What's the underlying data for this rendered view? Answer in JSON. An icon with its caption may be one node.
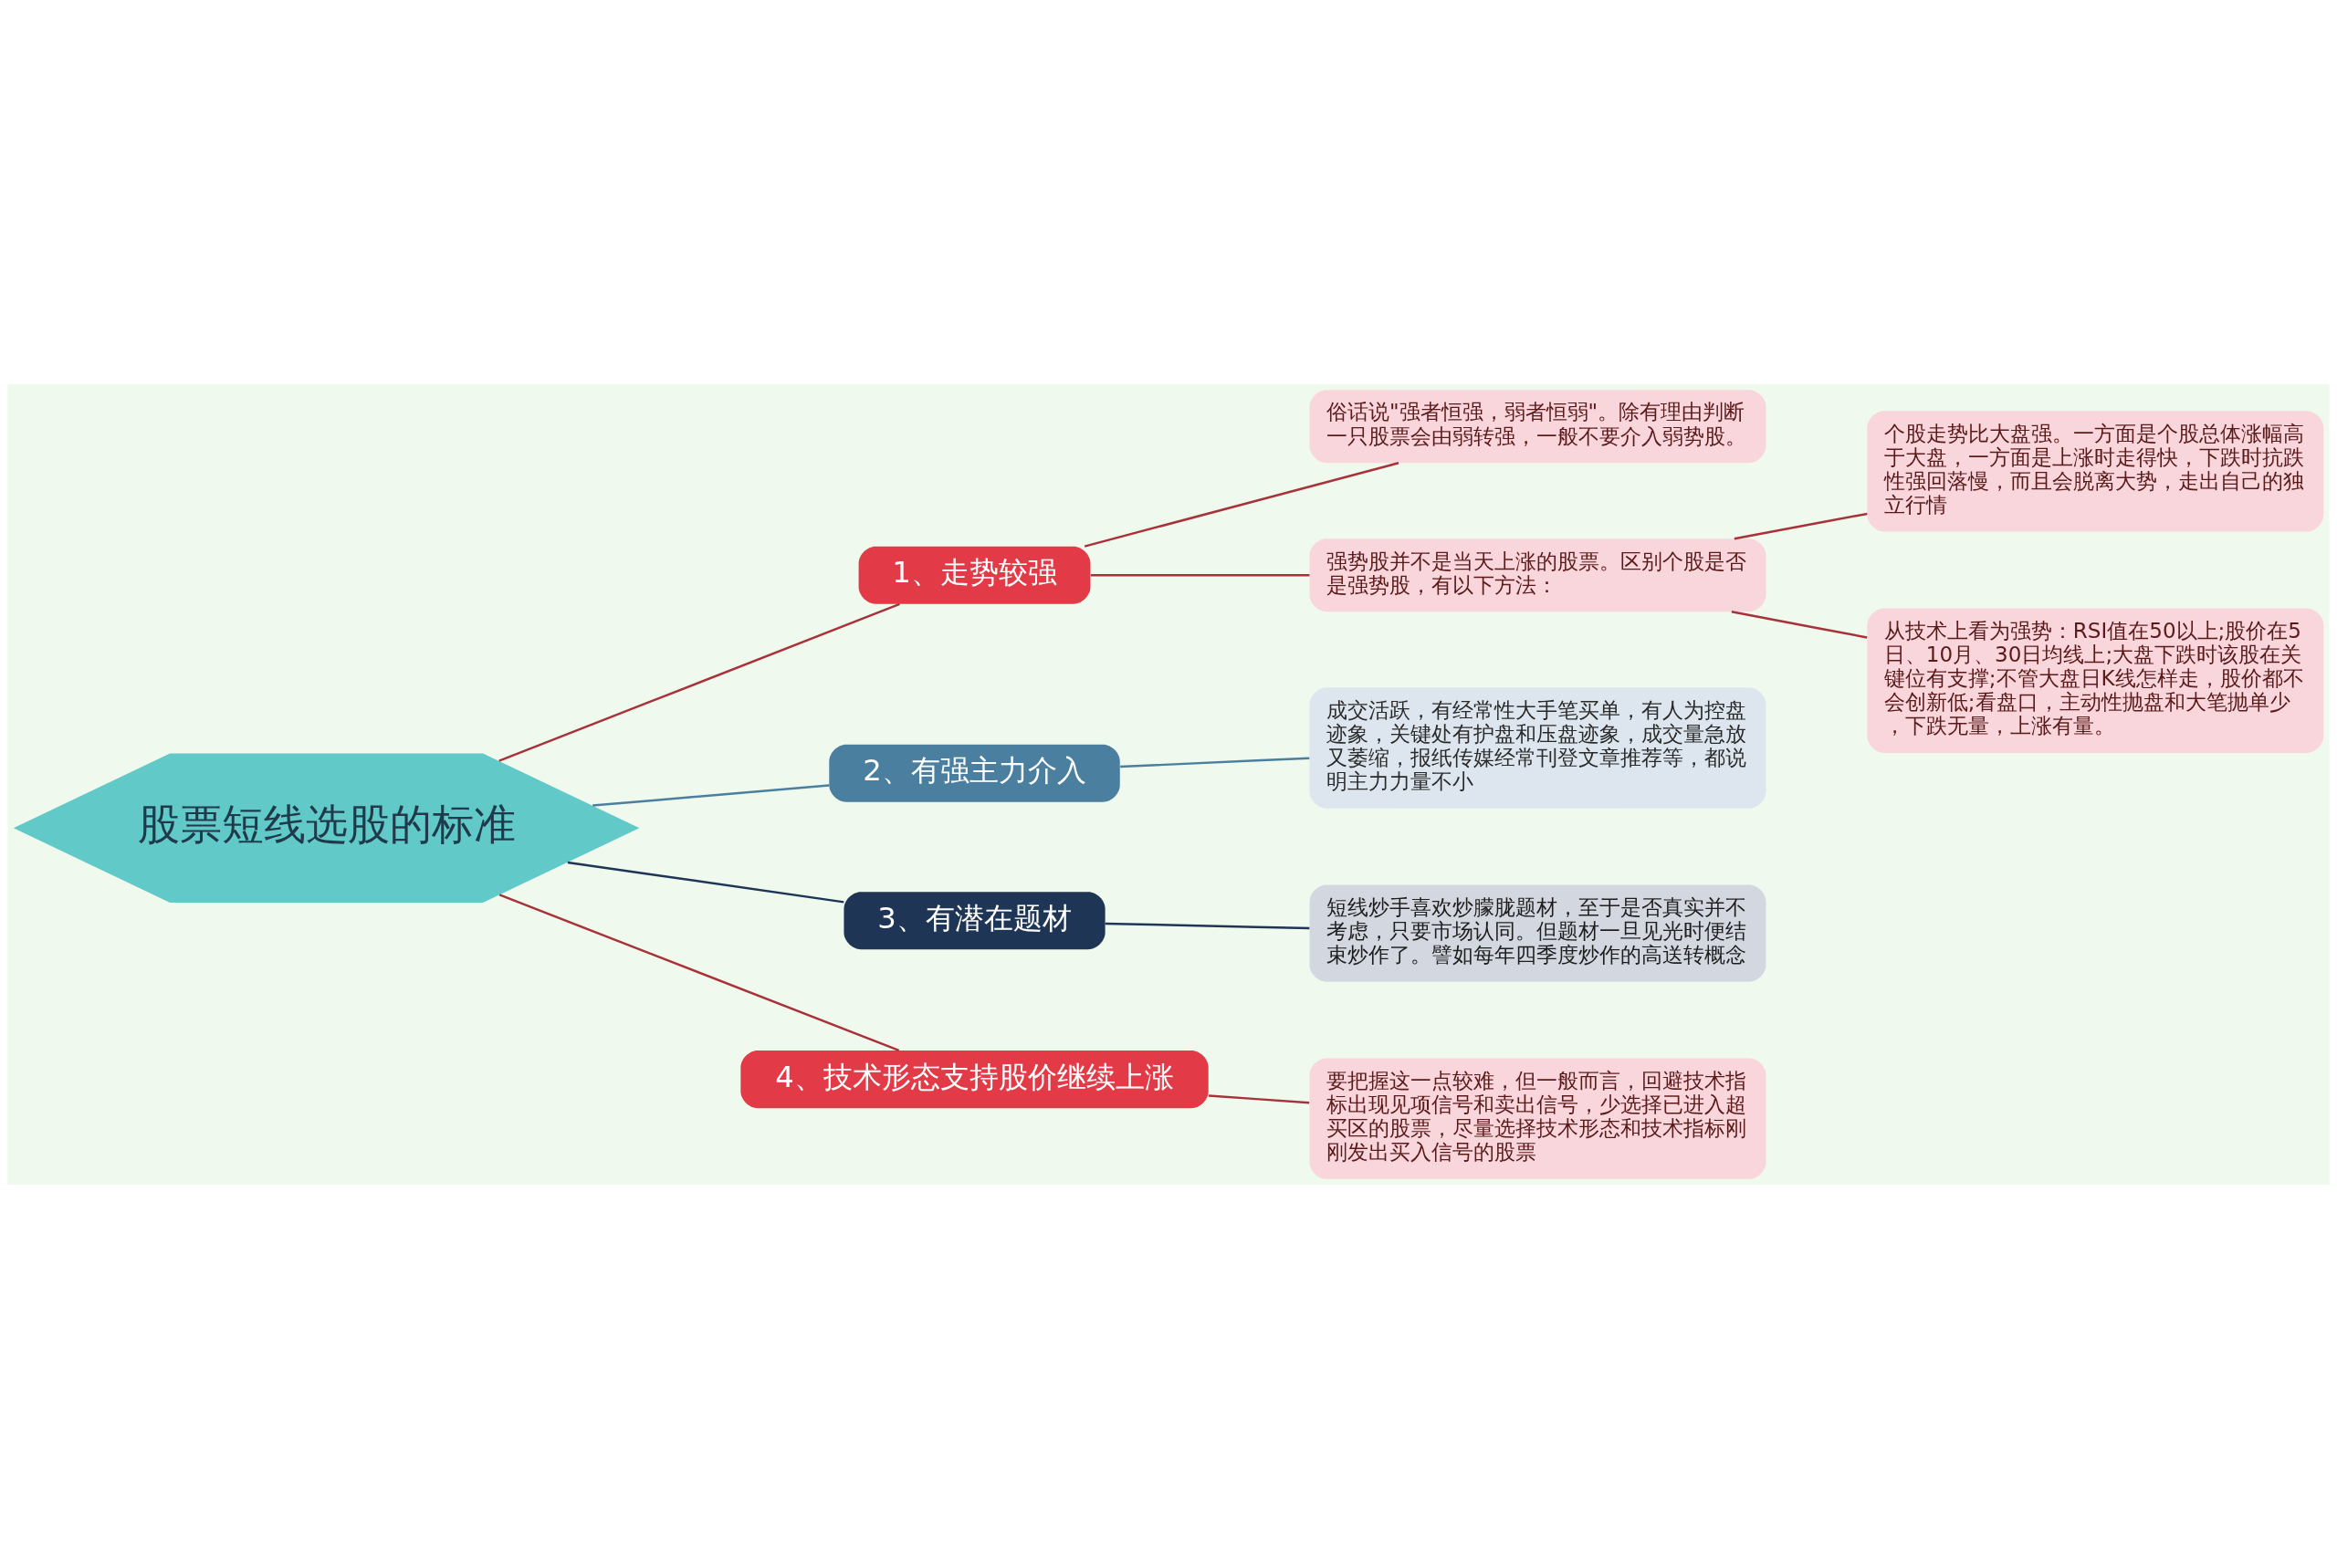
{
  "diagram": {
    "nodes": [
      {
        "text": [
          "股票短线选股的标准"
        ]
      },
      {
        "text": [
          "1、走势较强"
        ]
      },
      {
        "text": [
          "俗话说\"强者恒强，弱者恒弱\"。除有理由判断一只股票会由弱转强，一般不要介入弱势股。"
        ]
      },
      {
        "text": [
          "强势股并不是当天上涨的股票。区别个股是否是强势股，有以下方法："
        ]
      },
      {
        "text": [
          "个股走势比大盘强。一方面是个股总体涨幅高于大盘，一方面是上涨时走得快，下跌时抗跌性强回落慢，而且会脱离大势，走出自己的独立行情"
        ]
      },
      {
        "text": [
          "从技术上看为强势：RSI值在50以上;股价在5日、10月、30日均线上;大盘下跌时该股在关键位有支撑;不管大盘日K线怎样走，股价都不会创新低;看盘口，主动性抛盘和大笔抛单少，下跌无量，上涨有量。"
        ]
      },
      {
        "text": [
          "2、有强主力介入"
        ]
      },
      {
        "text": [
          "成交活跃，有经常性大手笔买单，有人为控盘迹象，关键处有护盘和压盘迹象，成交量急放又萎缩，报纸传媒经常刊登文章推荐等，都说明主力力量不小"
        ]
      },
      {
        "text": [
          "3、有潜在题材"
        ]
      },
      {
        "text": [
          "短线炒手喜欢炒朦胧题材，至于是否真实并不考虑，只要市场认同。但题材一旦见光时便结束炒作了。譬如每年四季度炒作的高送转概念"
        ]
      },
      {
        "text": [
          "4、技术形态支持股价继续上涨"
        ]
      },
      {
        "text": [
          "要把握这一点较难，但一般而言，回避技术指标出现见项信号和卖出信号，少选择已进入超买区的股票，尽量选择技术形态和技术指标刚刚发出买入信号的股票"
        ]
      }
    ],
    "edges": [
      {
        "from": 0,
        "to": 1,
        "arrow": "none"
      },
      {
        "from": 1,
        "to": 2,
        "arrow": "none"
      },
      {
        "from": 1,
        "to": 3,
        "arrow": "none"
      },
      {
        "from": 3,
        "to": 4,
        "arrow": "none"
      },
      {
        "from": 3,
        "to": 5,
        "arrow": "none"
      },
      {
        "from": 0,
        "to": 6,
        "arrow": "none",
        "color": "#4a7fa0"
      },
      {
        "from": 6,
        "to": 7,
        "arrow": "none",
        "color": "#4a7fa0"
      },
      {
        "from": 0,
        "to": 8,
        "arrow": "none",
        "color": "#1e3555"
      },
      {
        "from": 8,
        "to": 9,
        "arrow": "none",
        "color": "#1e3555"
      },
      {
        "from": 0,
        "to": 10,
        "arrow": "none"
      },
      {
        "from": 10,
        "to": 11,
        "arrow": "none"
      }
    ]
  }
}
